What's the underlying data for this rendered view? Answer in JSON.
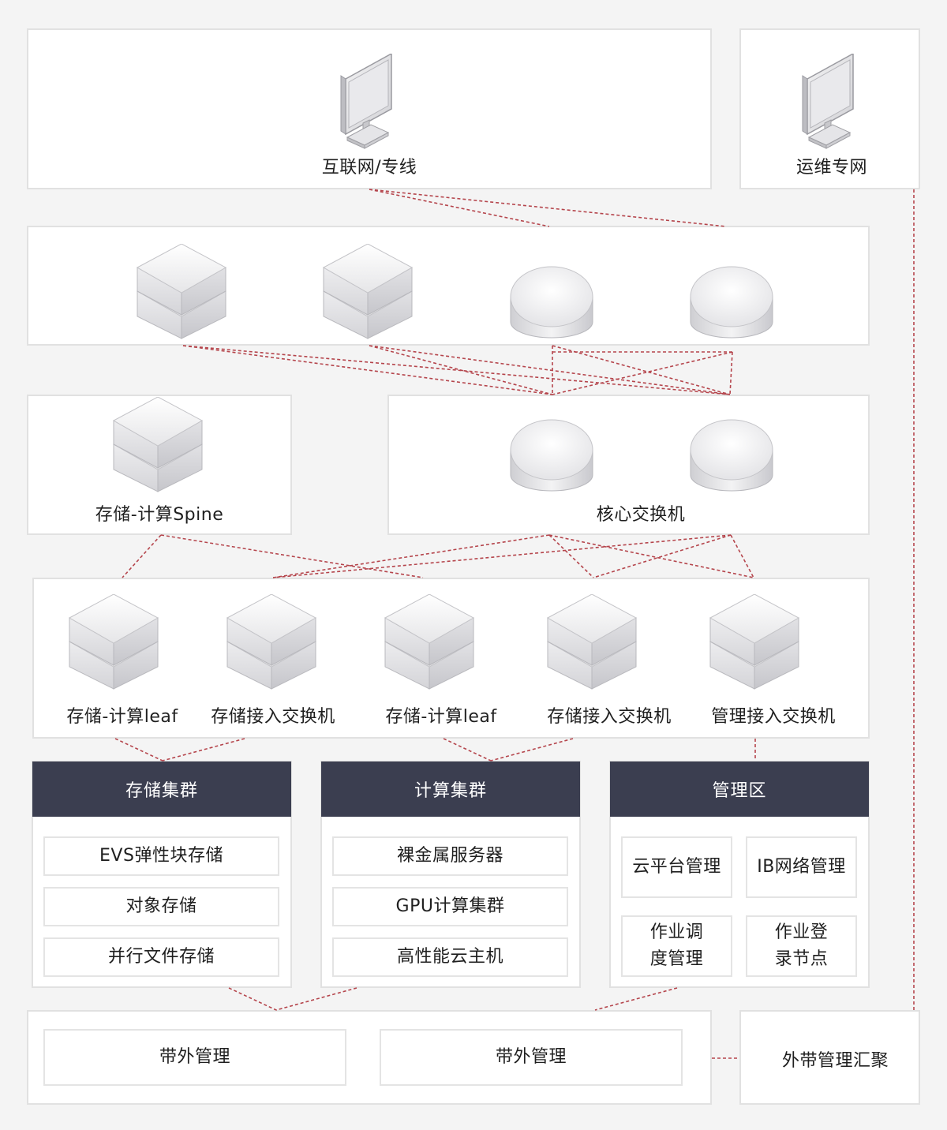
{
  "top": {
    "internet_label": "互联网/专线",
    "ops_label": "运维专网"
  },
  "spine": {
    "label": "存储-计算Spine"
  },
  "core": {
    "label": "核心交换机"
  },
  "leaf": {
    "labels": [
      "存储-计算leaf",
      "存储接入交换机",
      "存储-计算leaf",
      "存储接入交换机",
      "管理接入交换机"
    ]
  },
  "clusters": {
    "storage": {
      "title": "存储集群",
      "items": [
        "EVS弹性块存储",
        "对象存储",
        "并行文件存储"
      ]
    },
    "compute": {
      "title": "计算集群",
      "items": [
        "裸金属服务器",
        "GPU计算集群",
        "高性能云主机"
      ]
    },
    "management": {
      "title": "管理区",
      "items": [
        "云平台管理",
        "IB网络管理",
        "作业调度管理",
        "作业登录节点"
      ]
    }
  },
  "oob": {
    "items": [
      "带外管理",
      "带外管理"
    ],
    "aggregate_label": "外带管理汇聚"
  },
  "colors": {
    "header_bg": "#3b3e50",
    "link_line": "#b5454c",
    "panel_border": "#e1e1e1",
    "background": "#f4f4f4"
  },
  "icons": [
    "monitor-icon",
    "stacked-switch-icon",
    "router-icon"
  ]
}
